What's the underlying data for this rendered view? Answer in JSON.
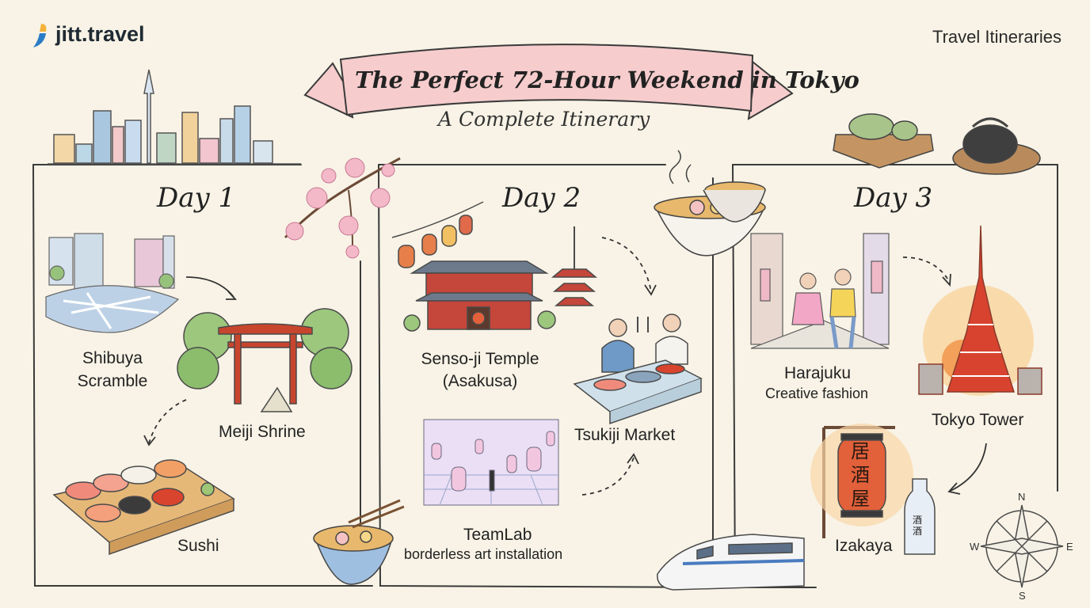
{
  "header": {
    "brand": "jitt.travel",
    "section": "Travel Itineraries"
  },
  "banner": {
    "title": "The Perfect 72-Hour Weekend in Tokyo",
    "subtitle": "A Complete Itinerary"
  },
  "days": [
    {
      "label": "Day 1",
      "stops": [
        {
          "name": "Shibuya\nScramble"
        },
        {
          "name": "Meiji Shrine"
        },
        {
          "name": "Sushi"
        }
      ]
    },
    {
      "label": "Day 2",
      "stops": [
        {
          "name": "Senso-ji Temple\n(Asakusa)"
        },
        {
          "name": "Tsukiji Market"
        },
        {
          "name": "TeamLab",
          "note": "borderless art installation"
        }
      ]
    },
    {
      "label": "Day 3",
      "stops": [
        {
          "name": "Harajuku",
          "note": "Creative fashion"
        },
        {
          "name": "Tokyo Tower"
        },
        {
          "name": "Izakaya"
        }
      ]
    }
  ],
  "signs": {
    "lantern": "居酒屋",
    "sake": "酒酒"
  },
  "compass": {
    "n": "N",
    "s": "S",
    "e": "E",
    "w": "W"
  },
  "colors": {
    "background": "#f8f3e6",
    "ribbon": "#f6cccc",
    "torii": "#c8452d",
    "lantern": "#e2603a",
    "tower": "#d8432f"
  }
}
